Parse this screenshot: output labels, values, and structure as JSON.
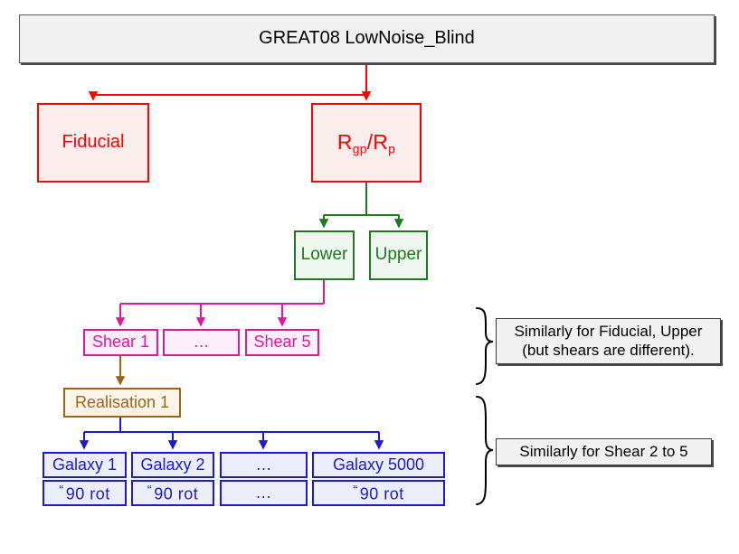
{
  "diagram": {
    "title": "GREAT08 LowNoise_Blind simulation hierarchy",
    "colors": {
      "root_fill": "#f1f1f1",
      "root_border": "#5a5a5a",
      "red": "#ff0000",
      "red_fill": "#fdeeee",
      "green": "#1d7a1d",
      "green_fill": "#f0f6f0",
      "magenta": "#e0189e",
      "magenta_fill": "#fdf0fa",
      "brown": "#9c6418",
      "brown_fill": "#fdf5ea",
      "blue": "#1a1ad0",
      "blue_fill": "#eceefb",
      "note_fill": "#f1f1f1",
      "note_border": "#3a3a3a"
    },
    "root": {
      "label": "GREAT08 LowNoise_Blind"
    },
    "level_branch": [
      {
        "label": "Fiducial"
      },
      {
        "label_prefix": "R",
        "label_sub1": "gp",
        "label_mid": "/R",
        "label_sub2": "p",
        "label_plain": "Rgp/Rp"
      }
    ],
    "level_size": [
      {
        "label": "Lower"
      },
      {
        "label": "Upper"
      }
    ],
    "level_shear": [
      {
        "label": "Shear 1"
      },
      {
        "label": "…"
      },
      {
        "label": "Shear 5"
      }
    ],
    "level_realisation": [
      {
        "label": "Realisation 1"
      }
    ],
    "level_galaxy_row1": [
      {
        "label": "Galaxy 1"
      },
      {
        "label": "Galaxy 2"
      },
      {
        "label": "…"
      },
      {
        "label": "Galaxy 5000"
      }
    ],
    "level_galaxy_row2": [
      {
        "mark": "“",
        "label": "90  rot",
        "full": "“ 90  rot"
      },
      {
        "mark": "“",
        "label": "90  rot",
        "full": "“ 90  rot"
      },
      {
        "mark": "",
        "label": "…",
        "full": "…"
      },
      {
        "mark": "“",
        "label": "90  rot",
        "full": "“ 90  rot"
      }
    ],
    "notes": [
      {
        "line1": "Similarly for Fiducial, Upper",
        "line2": "(but shears are different)."
      },
      {
        "line1": "Similarly for Shear 2 to 5",
        "line2": ""
      }
    ]
  }
}
